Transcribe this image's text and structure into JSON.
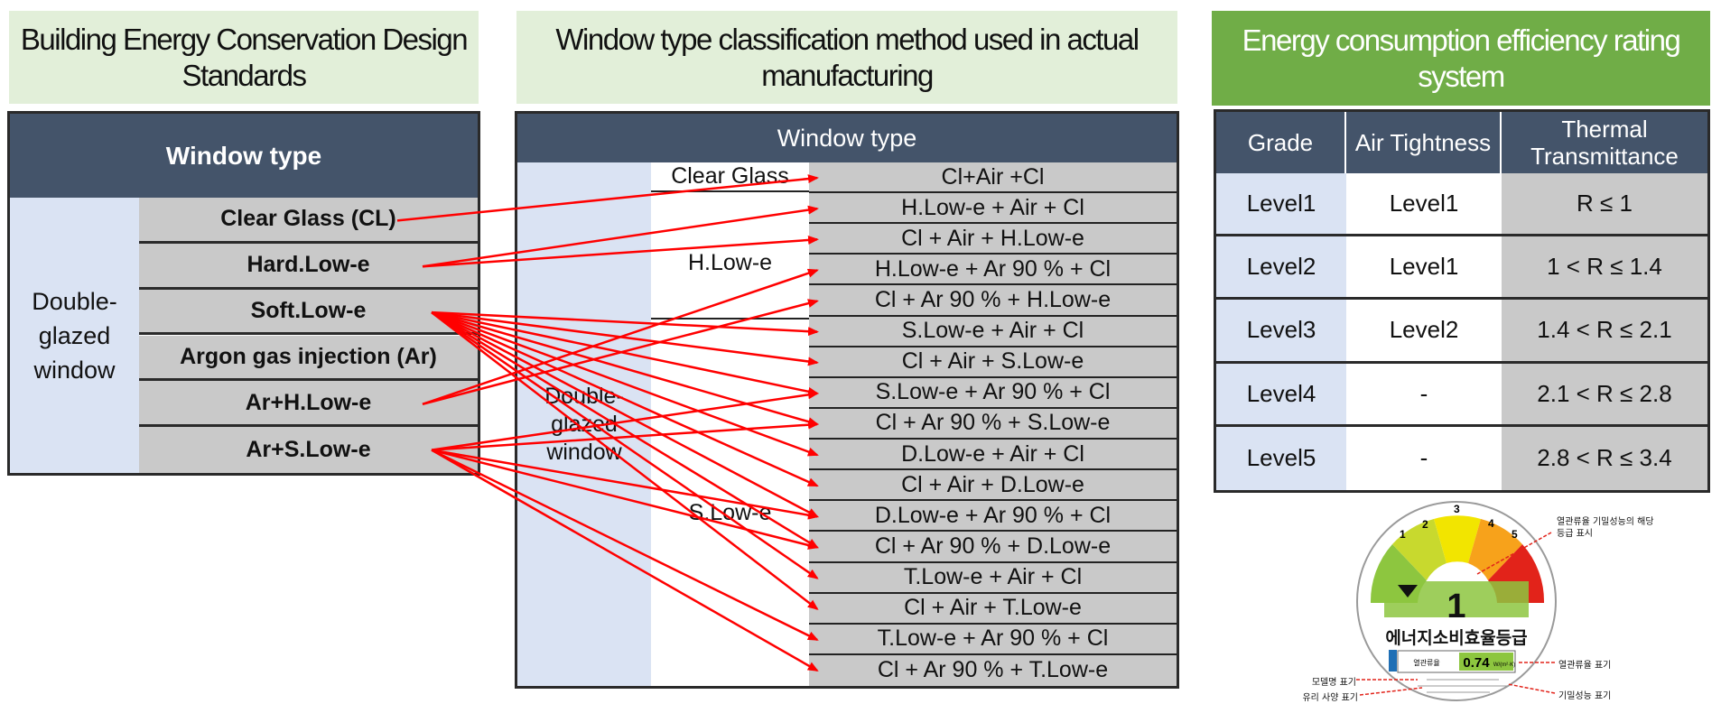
{
  "left": {
    "header": "Building Energy Conservation Design Standards",
    "table_header": "Window type",
    "row_label": "Double-glazed window",
    "items": [
      "Clear Glass (CL)",
      "Hard.Low-e",
      "Soft.Low-e",
      "Argon gas injection (Ar)",
      "Ar+H.Low-e",
      "Ar+S.Low-e"
    ]
  },
  "middle": {
    "header": "Window type classification method used in actual manufacturing",
    "table_header": "Window type",
    "row_label": "Double-glazed window",
    "groups": [
      {
        "label": "Clear Glass"
      },
      {
        "label": "H.Low-e"
      },
      {
        "label": "S.Low-e"
      }
    ],
    "items": [
      "Cl+Air +Cl",
      "H.Low-e + Air + Cl",
      "Cl + Air + H.Low-e",
      "H.Low-e + Ar 90 % + Cl",
      "Cl + Ar 90 % + H.Low-e",
      "S.Low-e + Air + Cl",
      "Cl + Air + S.Low-e",
      "S.Low-e + Ar 90 % + Cl",
      "Cl + Ar 90 % + S.Low-e",
      "D.Low-e + Air + Cl",
      "Cl + Air + D.Low-e",
      "D.Low-e + Ar 90 % + Cl",
      "Cl + Ar 90 % + D.Low-e",
      "T.Low-e + Air + Cl",
      "Cl + Air + T.Low-e",
      "T.Low-e + Ar 90 % + Cl",
      "Cl + Ar 90 % + T.Low-e"
    ]
  },
  "right": {
    "header": "Energy consumption efficiency rating system",
    "columns": [
      "Grade",
      "Air Tightness",
      "Thermal Transmittance"
    ],
    "rows": [
      [
        "Level1",
        "Level1",
        "R ≤ 1"
      ],
      [
        "Level2",
        "Level1",
        "1 < R ≤ 1.4"
      ],
      [
        "Level3",
        "Level2",
        "1.4 < R ≤ 2.1"
      ],
      [
        "Level4",
        "-",
        "2.1 < R ≤ 2.8"
      ],
      [
        "Level5",
        "-",
        "2.8 < R ≤ 3.4"
      ]
    ]
  },
  "label_image": {
    "title": "에너지소비효율등급",
    "grade": "1",
    "value": "0.74",
    "unit": "W/(m²·K)",
    "value_label": "열관류율",
    "scale": [
      "1",
      "2",
      "3",
      "4",
      "5"
    ],
    "callouts": {
      "top_right": "열관류율 기밀성능의 해당등급 표시",
      "right_mid": "열관류율 표기",
      "right_bottom": "기밀성능 표기",
      "left_mid": "모델명 표기",
      "left_bottom": "유리 사양 표기"
    },
    "colors": [
      "#8dc63f",
      "#c8d92e",
      "#f2e500",
      "#f7a21b",
      "#e2231a"
    ]
  },
  "connections": [
    [
      0,
      [
        0
      ]
    ],
    [
      1,
      [
        1,
        2
      ]
    ],
    [
      2,
      [
        5,
        6,
        7,
        8,
        9,
        10,
        11,
        12,
        13,
        14
      ]
    ],
    [
      4,
      [
        3,
        4
      ]
    ],
    [
      5,
      [
        7,
        8,
        11,
        12,
        15,
        16
      ]
    ]
  ],
  "colors": {
    "arrow": "#ff0000",
    "navy": "#44546a",
    "green_header": "#70ad47",
    "light_header": "#e2efd9",
    "cell_gray": "#c9c9c9",
    "cell_pale": "#dae3f3"
  }
}
